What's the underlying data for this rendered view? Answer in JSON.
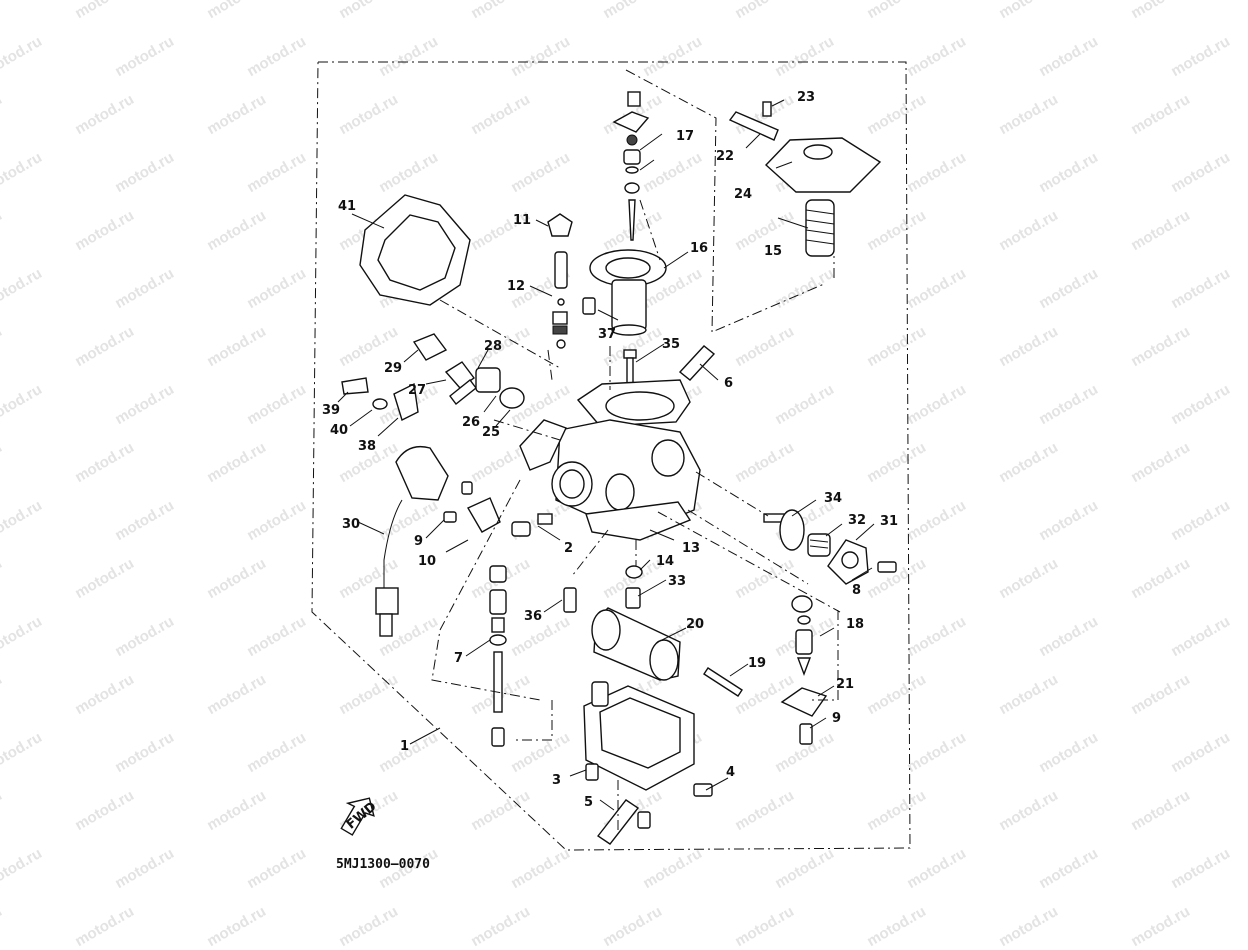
{
  "watermark": "motod.ru",
  "diagram": {
    "drawing_code": "5MJ1300–0070",
    "fwd_label": "FWD",
    "callouts": [
      "1",
      "2",
      "3",
      "4",
      "5",
      "6",
      "7",
      "8",
      "9",
      "9",
      "10",
      "11",
      "12",
      "13",
      "14",
      "15",
      "16",
      "17",
      "18",
      "19",
      "20",
      "21",
      "22",
      "23",
      "24",
      "25",
      "26",
      "27",
      "28",
      "29",
      "30",
      "31",
      "32",
      "33",
      "34",
      "35",
      "36",
      "37",
      "38",
      "39",
      "40",
      "41"
    ]
  }
}
